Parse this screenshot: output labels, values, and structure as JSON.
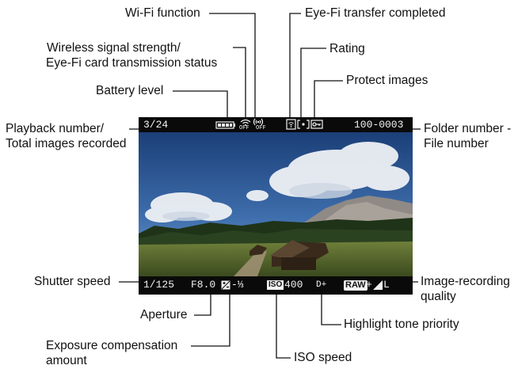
{
  "labels": {
    "wifi_function": "Wi-Fi function",
    "eyefi_transfer": "Eye-Fi transfer completed",
    "wireless_signal_1": "Wireless signal strength/",
    "wireless_signal_2": "Eye-Fi card transmission status",
    "rating": "Rating",
    "battery_level": "Battery level",
    "protect_images": "Protect images",
    "playback_number_1": "Playback number/",
    "playback_number_2": "Total images recorded",
    "folder_number_1": "Folder number -",
    "folder_number_2": "File number",
    "shutter_speed": "Shutter speed",
    "image_quality_1": "Image-recording",
    "image_quality_2": "quality",
    "aperture": "Aperture",
    "highlight_tone": "Highlight tone priority",
    "exposure_comp_1": "Exposure compensation",
    "exposure_comp_2": "amount",
    "iso_speed": "ISO speed"
  },
  "screen": {
    "playback": "3/24",
    "file_number": "100-0003",
    "shutter": "1/125",
    "aperture": "F8.0",
    "exposure_comp": "-⅓",
    "iso_tag": "ISO",
    "iso_value": "400",
    "highlight_tone": "D+",
    "raw_tag": "RAW",
    "plus": "+",
    "quality_size": "L",
    "wifi_off": "OFF",
    "wireless_off": "OFF"
  },
  "colors": {
    "screen_bg": "#0a0a0a",
    "osd_text": "#f2f2f2",
    "leader_line": "#111111"
  },
  "icons": [
    "battery-icon",
    "wireless-signal-icon",
    "wifi-icon",
    "eyefi-transfer-icon",
    "rating-icon",
    "protect-icon",
    "exposure-comp-icon",
    "jpeg-quality-icon"
  ]
}
